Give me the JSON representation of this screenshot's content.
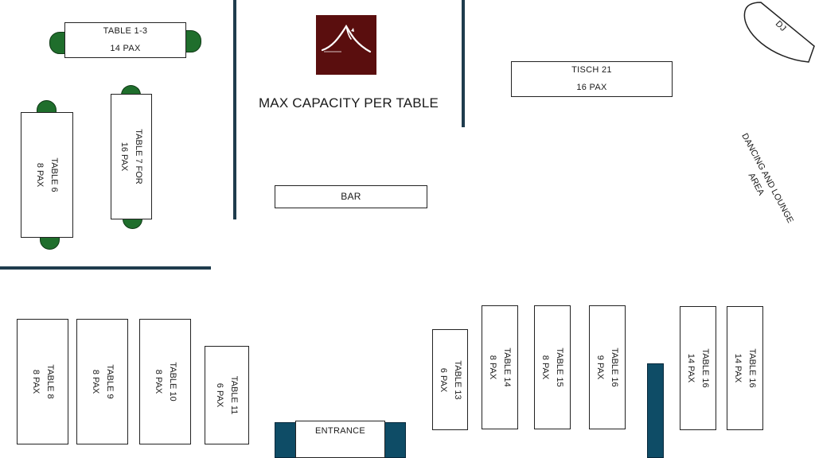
{
  "title": "MAX CAPACITY PER TABLE",
  "colors": {
    "wall": "#1f3c4d",
    "logo_bg": "#5a0e0e",
    "seat_cap": "#1f6e2c",
    "entrance_post": "#0e4c66"
  },
  "logo": {
    "icon": "mountain-logo"
  },
  "bar": {
    "label": "BAR"
  },
  "dj": {
    "label": "DJ"
  },
  "dancing_area": {
    "line1": "DANCING AND LOUNGE",
    "line2": "AREA"
  },
  "entrance": {
    "label": "ENTRANCE"
  },
  "tables": {
    "t1_3": {
      "name": "TABLE 1-3",
      "pax": "14 PAX"
    },
    "t21": {
      "name": "TISCH 21",
      "pax": "16 PAX"
    },
    "t6": {
      "name": "TABLE 6",
      "pax": "8 PAX"
    },
    "t7": {
      "name": "TABLE 7 FOR",
      "pax": "16 PAX"
    },
    "t8": {
      "name": "TABLE 8",
      "pax": "8 PAX"
    },
    "t9": {
      "name": "TABLE 9",
      "pax": "8 PAX"
    },
    "t10": {
      "name": "TABLE 10",
      "pax": "8 PAX"
    },
    "t11": {
      "name": "TABLE 11",
      "pax": "6 PAX"
    },
    "t13": {
      "name": "TABLE 13",
      "pax": "6 PAX"
    },
    "t14": {
      "name": "TABLE 14",
      "pax": "8 PAX"
    },
    "t15": {
      "name": "TABLE 15",
      "pax": "8 PAX"
    },
    "t16a": {
      "name": "TABLE 16",
      "pax": "9 PAX"
    },
    "t16b": {
      "name": "TABLE 16",
      "pax": "14 PAX"
    },
    "t16c": {
      "name": "TABLE 16",
      "pax": "14 PAX"
    }
  }
}
